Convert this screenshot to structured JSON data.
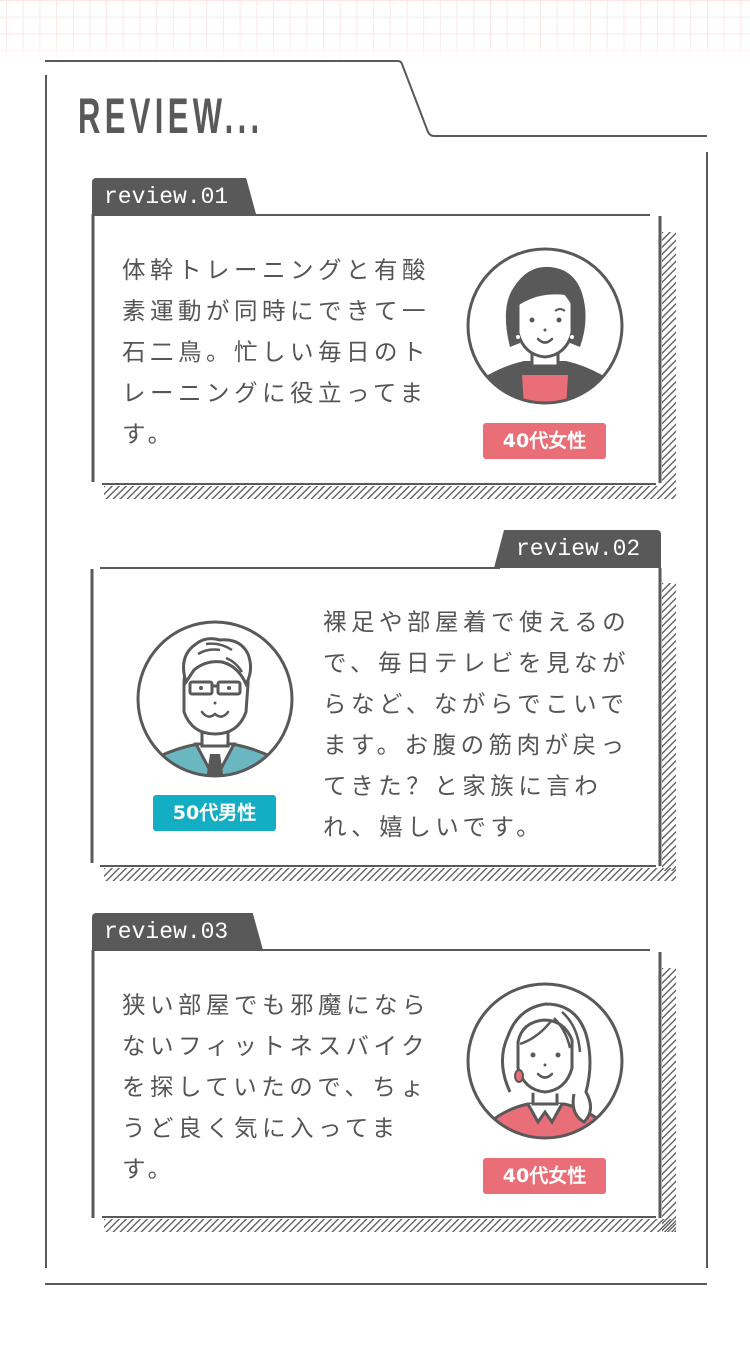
{
  "header": {
    "title": "REVIEW..."
  },
  "colors": {
    "frame": "#595959",
    "text": "#555555",
    "female_badge": "#ea6e78",
    "male_badge": "#13aec3",
    "male_suit": "#6ab6c1",
    "grid": "#fde6e6"
  },
  "reviews": [
    {
      "tab_label": "review.01",
      "text": "体幹トレーニングと有酸\n素運動が同時にできて一\n石二鳥。忙しい毎日のト\nレーニングに役立ってま\nす。",
      "badge": "40代女性",
      "avatar_icon": "woman-short-hair-avatar-icon"
    },
    {
      "tab_label": "review.02",
      "text": "裸足や部屋着で使えるの\nで、毎日テレビを見なが\nらなど、ながらでこいで\nます。お腹の筋肉が戻っ\nてきた？と家族に言わ\nれ、嬉しいです。",
      "badge": "50代男性",
      "avatar_icon": "man-glasses-avatar-icon"
    },
    {
      "tab_label": "review.03",
      "text": "狭い部屋でも邪魔になら\nないフィットネスバイク\nを探していたので、ちょ\nうど良く気に入ってま\nす。",
      "badge": "40代女性",
      "avatar_icon": "woman-long-hair-avatar-icon"
    }
  ]
}
